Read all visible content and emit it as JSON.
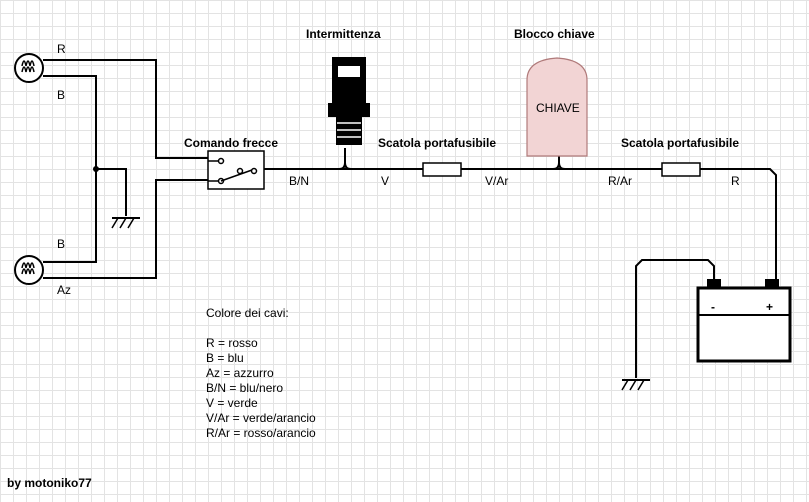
{
  "components": {
    "flasher": "Intermittenza",
    "ignition_block": "Blocco chiave",
    "key_label": "CHIAVE",
    "switch": "Comando frecce",
    "fuse_box_1": "Scatola portafusibile",
    "fuse_box_2": "Scatola portafusibile",
    "battery_minus": "-",
    "battery_plus": "+"
  },
  "wires": {
    "front_left": "R",
    "front_left_common": "B",
    "rear_left_common": "B",
    "rear_left": "Az",
    "switch_to_flasher": "B/N",
    "flasher_to_fuse": "V",
    "fuse_to_key": "V/Ar",
    "key_to_fuse": "R/Ar",
    "fuse_to_battery": "R"
  },
  "legend": {
    "title": "Colore dei cavi:",
    "items": [
      "R = rosso",
      "B = blu",
      "Az = azzurro",
      "B/N = blu/nero",
      "V = verde",
      "V/Ar = verde/arancio",
      "R/Ar = rosso/arancio"
    ]
  },
  "credit": "by motoniko77",
  "colors": {
    "key_fill": "#f2d4d4",
    "key_stroke": "#b07a7a",
    "wire": "#000000"
  }
}
